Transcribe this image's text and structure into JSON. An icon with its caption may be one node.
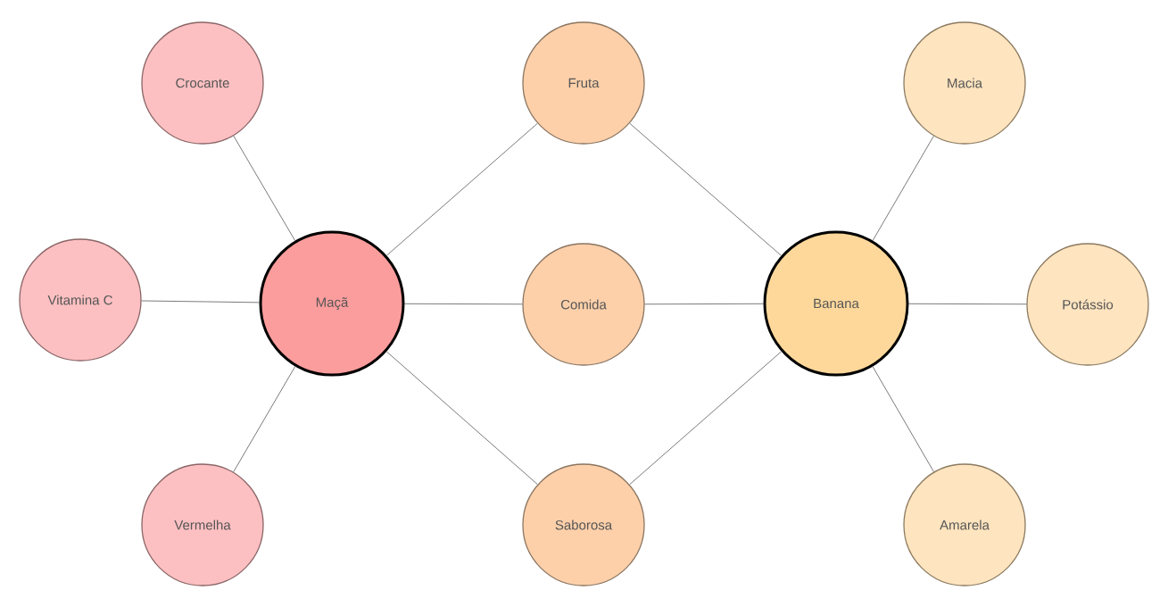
{
  "diagram": {
    "nodes": [
      {
        "text": [
          "Crocante"
        ]
      },
      {
        "text": [
          "Fruta"
        ]
      },
      {
        "text": [
          "Macia"
        ]
      },
      {
        "text": [
          "Vitamina C"
        ]
      },
      {
        "text": [
          "Maçã"
        ]
      },
      {
        "text": [
          "Comida"
        ]
      },
      {
        "text": [
          "Banana"
        ]
      },
      {
        "text": [
          "Potássio"
        ]
      },
      {
        "text": [
          "Vermelha"
        ]
      },
      {
        "text": [
          "Saborosa"
        ]
      },
      {
        "text": [
          "Amarela"
        ]
      }
    ],
    "edges": [
      {
        "from": 4,
        "to": 0,
        "arrow": "none"
      },
      {
        "from": 4,
        "to": 3,
        "arrow": "none"
      },
      {
        "from": 4,
        "to": 8,
        "arrow": "none"
      },
      {
        "from": 4,
        "to": 1,
        "arrow": "none"
      },
      {
        "from": 4,
        "to": 5,
        "arrow": "none"
      },
      {
        "from": 4,
        "to": 9,
        "arrow": "none"
      },
      {
        "from": 6,
        "to": 1,
        "arrow": "none"
      },
      {
        "from": 6,
        "to": 5,
        "arrow": "none"
      },
      {
        "from": 6,
        "to": 9,
        "arrow": "none"
      },
      {
        "from": 6,
        "to": 2,
        "arrow": "none"
      },
      {
        "from": 6,
        "to": 7,
        "arrow": "none"
      },
      {
        "from": 6,
        "to": 10,
        "arrow": "none"
      }
    ]
  }
}
